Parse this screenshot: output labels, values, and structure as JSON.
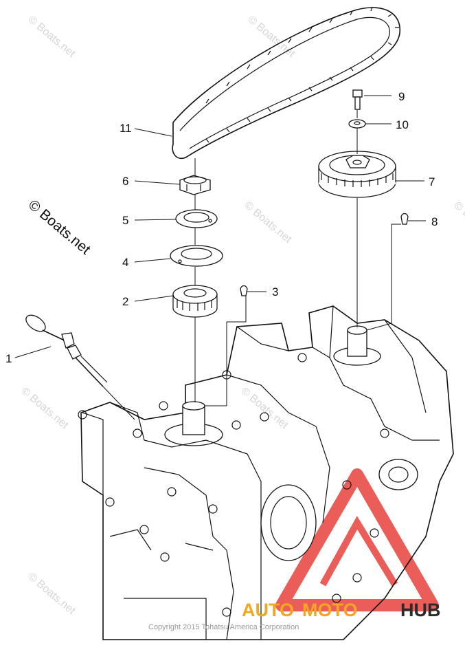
{
  "diagram": {
    "callouts": [
      {
        "id": "1",
        "label": "1"
      },
      {
        "id": "2",
        "label": "2"
      },
      {
        "id": "3",
        "label": "3"
      },
      {
        "id": "4",
        "label": "4"
      },
      {
        "id": "5",
        "label": "5"
      },
      {
        "id": "6",
        "label": "6"
      },
      {
        "id": "7",
        "label": "7"
      },
      {
        "id": "8",
        "label": "8"
      },
      {
        "id": "9",
        "label": "9"
      },
      {
        "id": "10",
        "label": "10"
      },
      {
        "id": "11",
        "label": "11"
      }
    ],
    "side_copyright": "© Boats.net",
    "watermark_text": "© Boats.net",
    "footer_copyright": "Copyright 2015 Tohatsu America Corporation",
    "brand": {
      "part1": "AUTO",
      "part2": "MOTO",
      "part3": "HUB",
      "color_orange": "#f2a623",
      "color_dark": "#2b2b2b",
      "color_red": "#e8413c"
    }
  }
}
